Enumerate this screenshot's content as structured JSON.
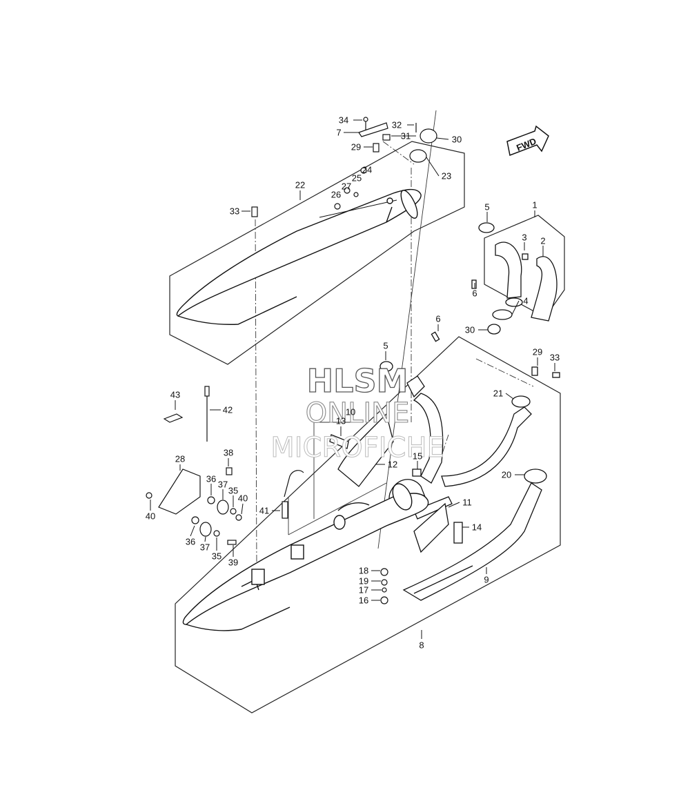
{
  "diagram": {
    "direction_badge": "FWD",
    "watermark": [
      "HLSM",
      "ONLINE",
      "MICROFICHE"
    ],
    "callouts": [
      {
        "id": "c34",
        "text": "34"
      },
      {
        "id": "c7",
        "text": "7"
      },
      {
        "id": "c32",
        "text": "32"
      },
      {
        "id": "c31",
        "text": "31"
      },
      {
        "id": "c30a",
        "text": "30"
      },
      {
        "id": "c29a",
        "text": "29"
      },
      {
        "id": "c23",
        "text": "23"
      },
      {
        "id": "c24",
        "text": "24"
      },
      {
        "id": "c25",
        "text": "25"
      },
      {
        "id": "c27",
        "text": "27"
      },
      {
        "id": "c26",
        "text": "26"
      },
      {
        "id": "c22",
        "text": "22"
      },
      {
        "id": "c33a",
        "text": "33"
      },
      {
        "id": "c5a",
        "text": "5"
      },
      {
        "id": "c1",
        "text": "1"
      },
      {
        "id": "c3",
        "text": "3"
      },
      {
        "id": "c2",
        "text": "2"
      },
      {
        "id": "c6a",
        "text": "6"
      },
      {
        "id": "c4",
        "text": "4"
      },
      {
        "id": "c6b",
        "text": "6"
      },
      {
        "id": "c30b",
        "text": "30"
      },
      {
        "id": "c5b",
        "text": "5"
      },
      {
        "id": "c29b",
        "text": "29"
      },
      {
        "id": "c33b",
        "text": "33"
      },
      {
        "id": "c21",
        "text": "21"
      },
      {
        "id": "c43",
        "text": "43"
      },
      {
        "id": "c42",
        "text": "42"
      },
      {
        "id": "c10",
        "text": "10"
      },
      {
        "id": "c13",
        "text": "13"
      },
      {
        "id": "c28",
        "text": "28"
      },
      {
        "id": "c38",
        "text": "38"
      },
      {
        "id": "c12",
        "text": "12"
      },
      {
        "id": "c15",
        "text": "15"
      },
      {
        "id": "c36a",
        "text": "36"
      },
      {
        "id": "c37a",
        "text": "37"
      },
      {
        "id": "c35a",
        "text": "35"
      },
      {
        "id": "c40a",
        "text": "40"
      },
      {
        "id": "c40b",
        "text": "40"
      },
      {
        "id": "c20",
        "text": "20"
      },
      {
        "id": "c41",
        "text": "41"
      },
      {
        "id": "c11",
        "text": "11"
      },
      {
        "id": "c36b",
        "text": "36"
      },
      {
        "id": "c37b",
        "text": "37"
      },
      {
        "id": "c35b",
        "text": "35"
      },
      {
        "id": "c39",
        "text": "39"
      },
      {
        "id": "c14",
        "text": "14"
      },
      {
        "id": "c18",
        "text": "18"
      },
      {
        "id": "c9",
        "text": "9"
      },
      {
        "id": "c19",
        "text": "19"
      },
      {
        "id": "c17",
        "text": "17"
      },
      {
        "id": "c16",
        "text": "16"
      },
      {
        "id": "c8",
        "text": "8"
      }
    ]
  }
}
